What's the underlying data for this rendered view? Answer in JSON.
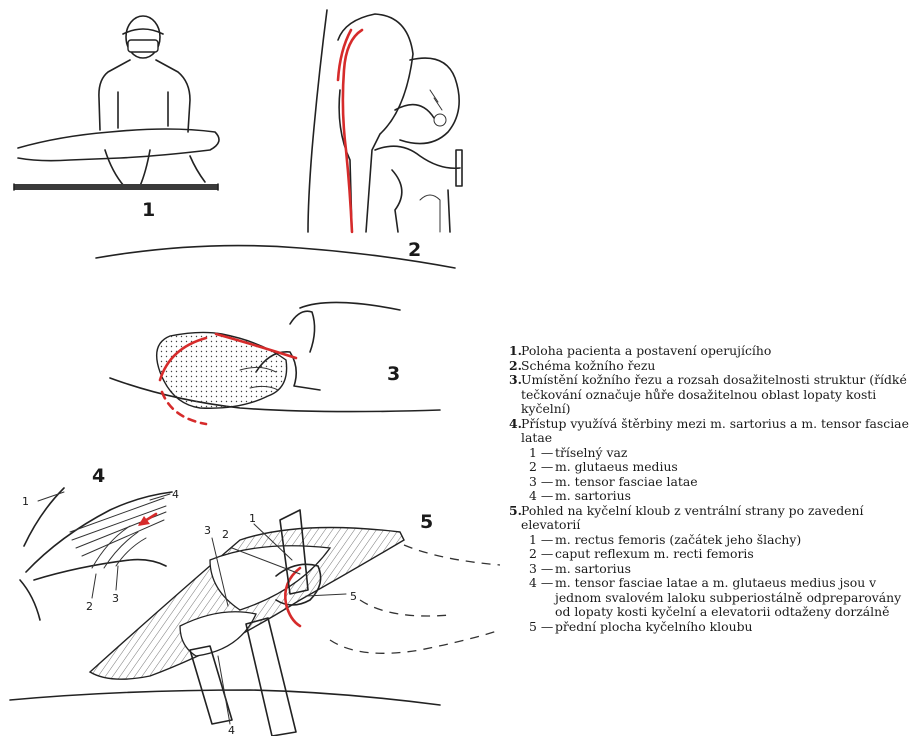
{
  "figure_numbers": [
    "1",
    "2",
    "3",
    "4",
    "5"
  ],
  "fig4_labels": [
    "1",
    "2",
    "3",
    "4"
  ],
  "fig5_labels": [
    "1",
    "2",
    "3",
    "4",
    "5"
  ],
  "colors": {
    "incision": "#d62b2b",
    "ink": "#222222"
  },
  "legend": [
    {
      "num": "1.",
      "text": "Poloha pacienta a postavení operujícího",
      "sub": []
    },
    {
      "num": "2.",
      "text": "Schéma kožního řezu",
      "sub": []
    },
    {
      "num": "3.",
      "text": "Umístění kožního řezu a rozsah dosažitelnosti struktur (řídké tečkování označuje hůře dosažitelnou oblast lopaty kosti kyčelní)",
      "sub": []
    },
    {
      "num": "4.",
      "text": "Přístup využívá štěrbiny mezi m. sartorius a m. tensor fasciae latae",
      "sub": [
        {
          "num": "1 —",
          "text": "tříselný vaz"
        },
        {
          "num": "2 —",
          "text": "m. glutaeus medius"
        },
        {
          "num": "3 —",
          "text": "m. tensor fasciae latae"
        },
        {
          "num": "4 —",
          "text": "m. sartorius"
        }
      ]
    },
    {
      "num": "5.",
      "text": "Pohled na kyčelní kloub z ventrální strany po zavedení elevatorií",
      "sub": [
        {
          "num": "1 —",
          "text": "m. rectus femoris (začátek jeho šlachy)"
        },
        {
          "num": "2 —",
          "text": "caput reflexum m. recti femoris"
        },
        {
          "num": "3 —",
          "text": "m. sartorius"
        },
        {
          "num": "4 —",
          "text": "m. tensor fasciae latae a m. glutaeus medius jsou v jednom svalovém laloku subperiostálně odpreparovány od lopaty kosti kyčelní a elevatorii odtaženy dorzálně"
        },
        {
          "num": "5 —",
          "text": "přední plocha kyčelního kloubu"
        }
      ]
    }
  ]
}
